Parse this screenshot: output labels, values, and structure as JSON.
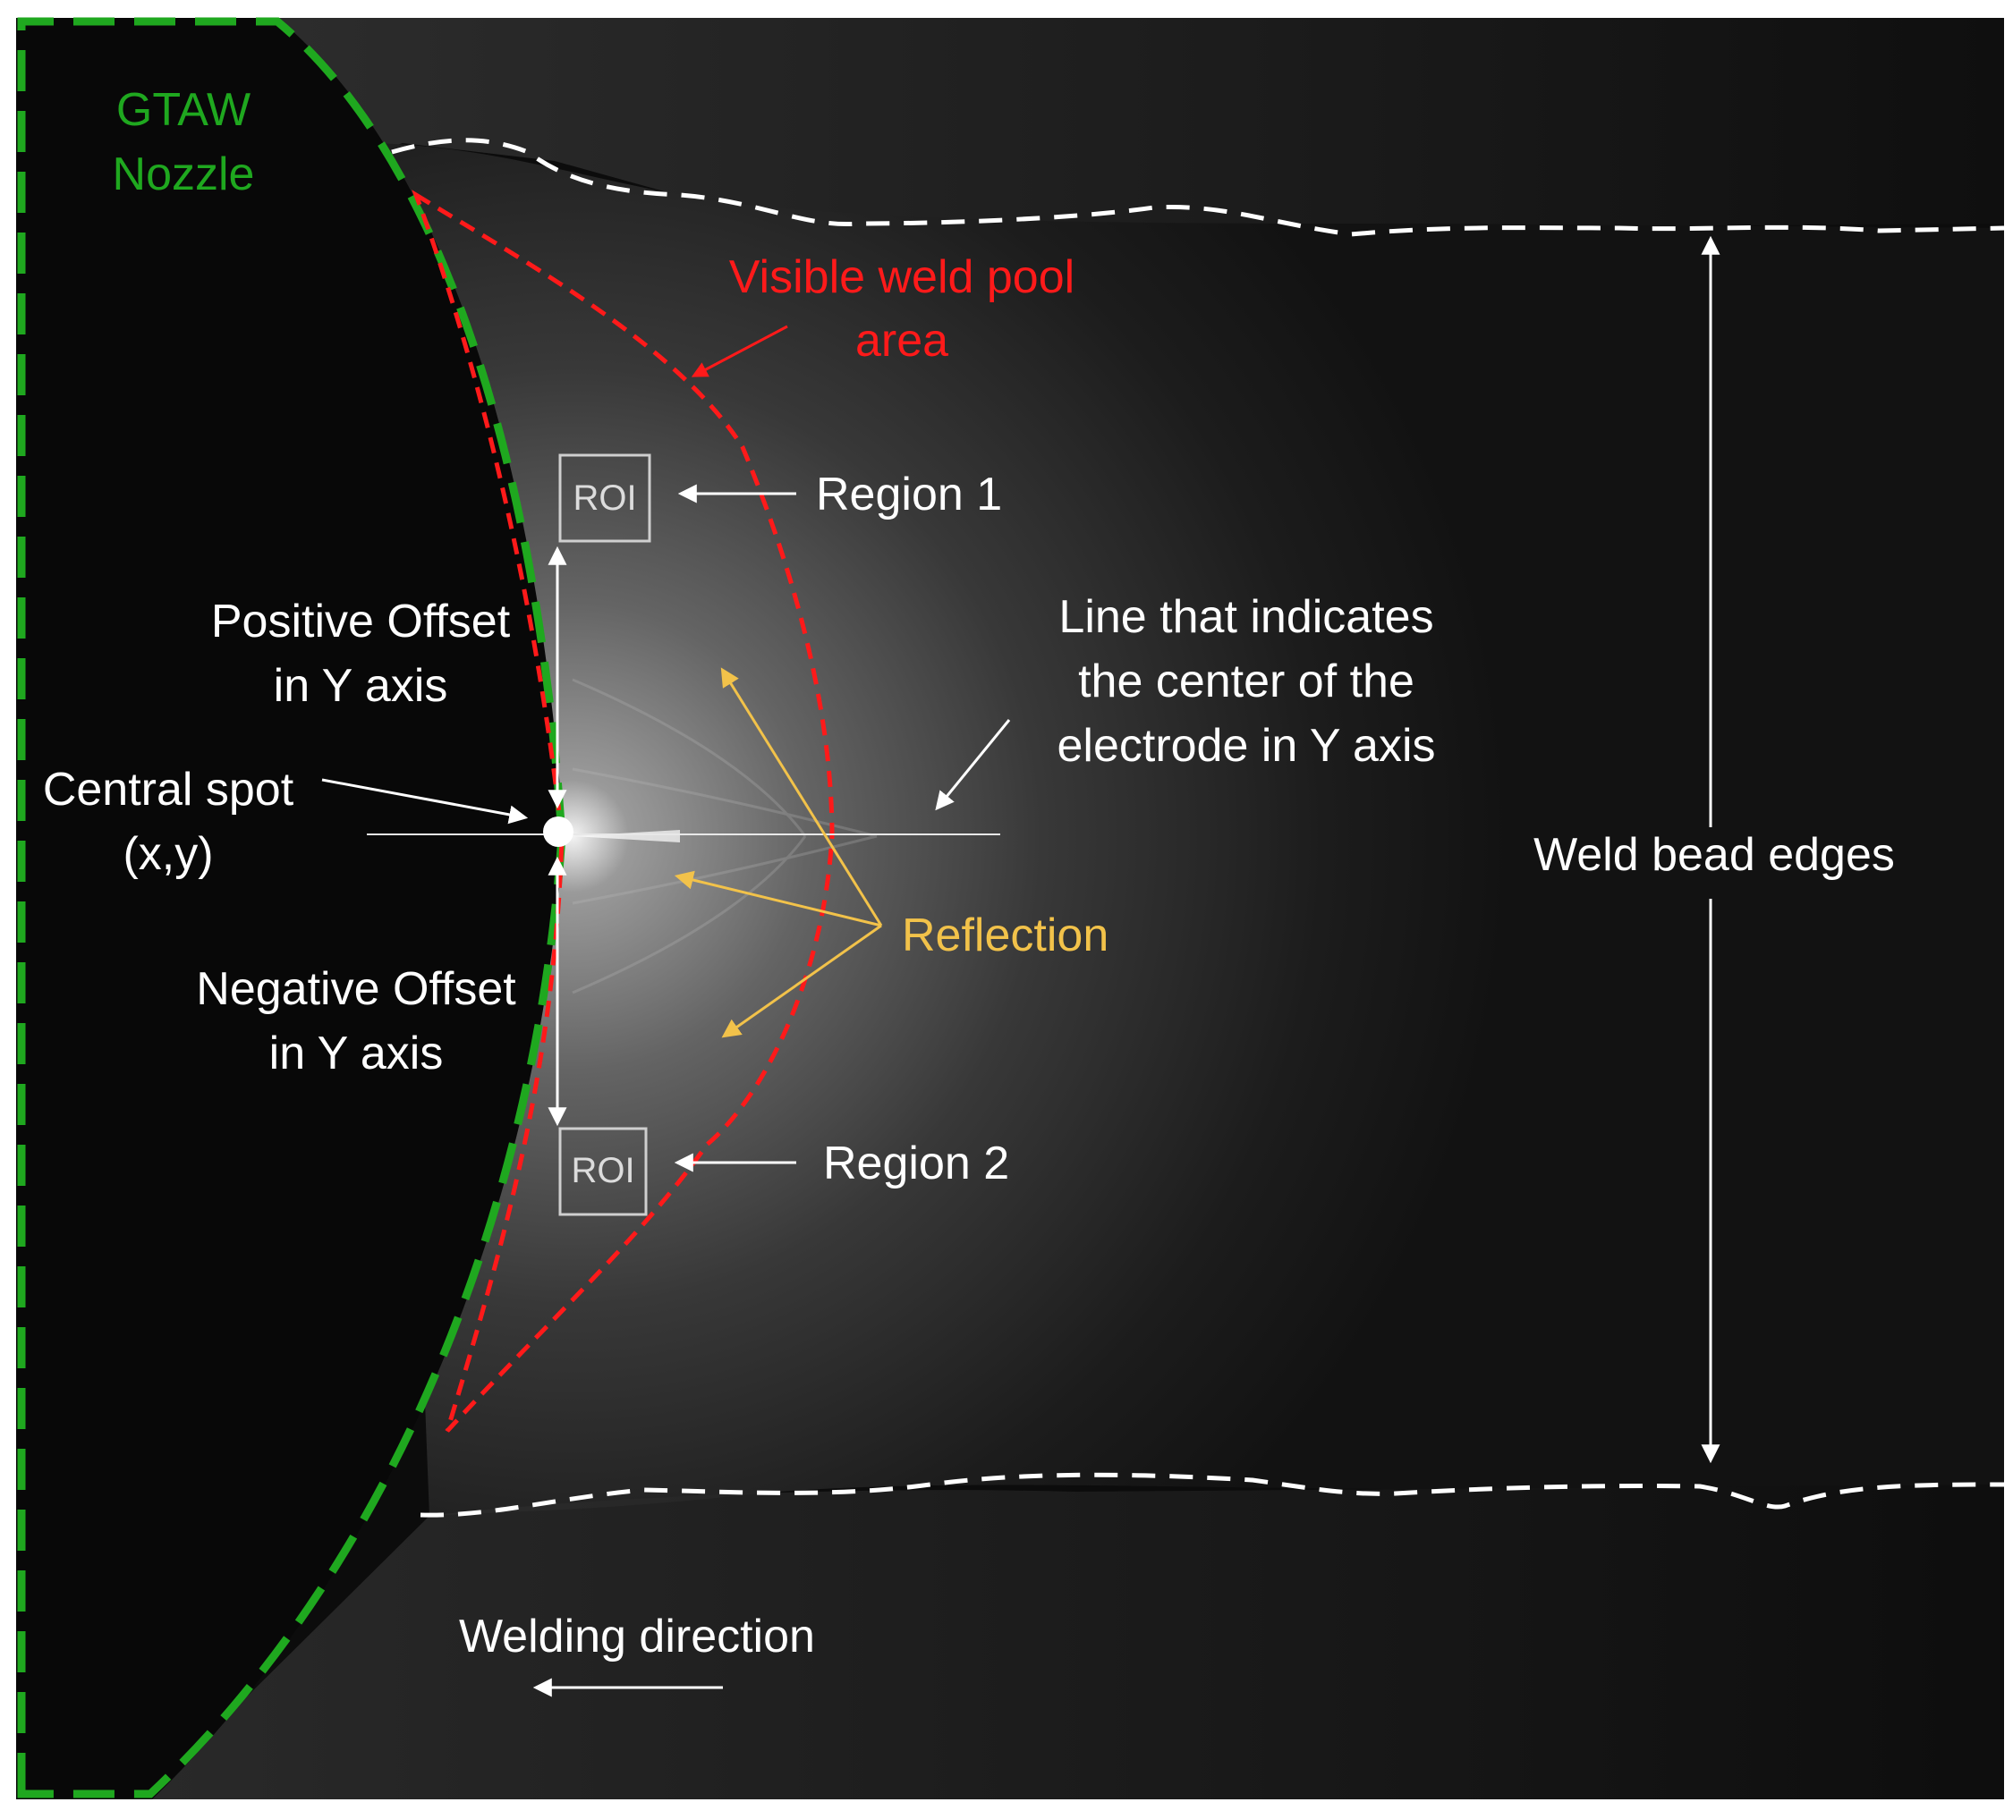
{
  "labels": {
    "nozzle_line1": "GTAW",
    "nozzle_line2": "Nozzle",
    "weld_pool_line1": "Visible weld pool",
    "weld_pool_line2": "area",
    "roi_1": "ROI",
    "roi_2": "ROI",
    "region_1": "Region 1",
    "region_2": "Region 2",
    "positive_offset_line1": "Positive Offset",
    "positive_offset_line2": "in Y axis",
    "negative_offset_line1": "Negative Offset",
    "negative_offset_line2": "in Y axis",
    "central_spot_line1": "Central spot",
    "central_spot_line2": "(x,y)",
    "center_line_line1": "Line that indicates",
    "center_line_line2": "the center of the",
    "center_line_line3": "electrode in Y axis",
    "reflection": "Reflection",
    "weld_bead_edges": "Weld bead edges",
    "welding_direction": "Welding direction"
  },
  "colors": {
    "nozzle_outline": "#1fa81f",
    "weld_pool_outline": "#ff1a1a",
    "bead_edges": "#ffffff",
    "reflection": "#f2c24a",
    "annotation_text": "#ffffff",
    "background": "#0c0c0c"
  }
}
